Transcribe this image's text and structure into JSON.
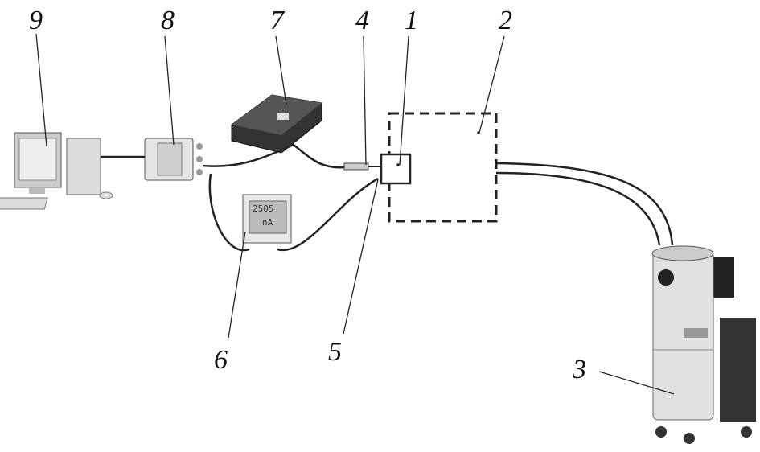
{
  "labels": {
    "computer": "9",
    "daq_module": "8",
    "signal_box": "7",
    "probe": "4",
    "sensor": "1",
    "chamber": "2",
    "meter": "6",
    "connector": "5",
    "vacuum": "3"
  },
  "meter_display": {
    "value": "2505",
    "unit": "nA"
  },
  "colors": {
    "line": "#222222",
    "device": "#d9d9d9"
  }
}
